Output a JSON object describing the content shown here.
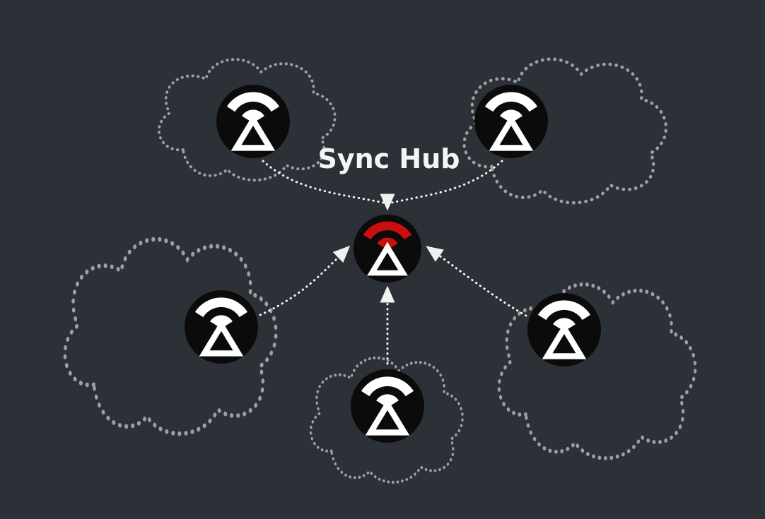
{
  "colors": {
    "background": "#2b3136",
    "cloud": "#9aa0a3",
    "arrow": "#f1f1f1",
    "accent": "#c9100f",
    "icon_fg": "#ffffff",
    "icon_bg": "#0b0b0b",
    "title": "#f5f5f5"
  },
  "diagram": {
    "title": "Sync Hub",
    "hub": {
      "id": "sync-hub",
      "icon": "sync-device-icon",
      "arc_color": "#c9100f"
    },
    "devices": [
      {
        "id": "device-top-left",
        "icon": "sync-device-icon"
      },
      {
        "id": "device-top-right",
        "icon": "sync-device-icon"
      },
      {
        "id": "device-mid-left",
        "icon": "sync-device-icon"
      },
      {
        "id": "device-bottom-center",
        "icon": "sync-device-icon"
      },
      {
        "id": "device-mid-right",
        "icon": "sync-device-icon"
      }
    ],
    "connections": [
      {
        "from": "device-top-left",
        "to": "sync-hub"
      },
      {
        "from": "device-top-right",
        "to": "sync-hub"
      },
      {
        "from": "device-mid-left",
        "to": "sync-hub"
      },
      {
        "from": "device-bottom-center",
        "to": "sync-hub"
      },
      {
        "from": "device-mid-right",
        "to": "sync-hub"
      }
    ]
  }
}
